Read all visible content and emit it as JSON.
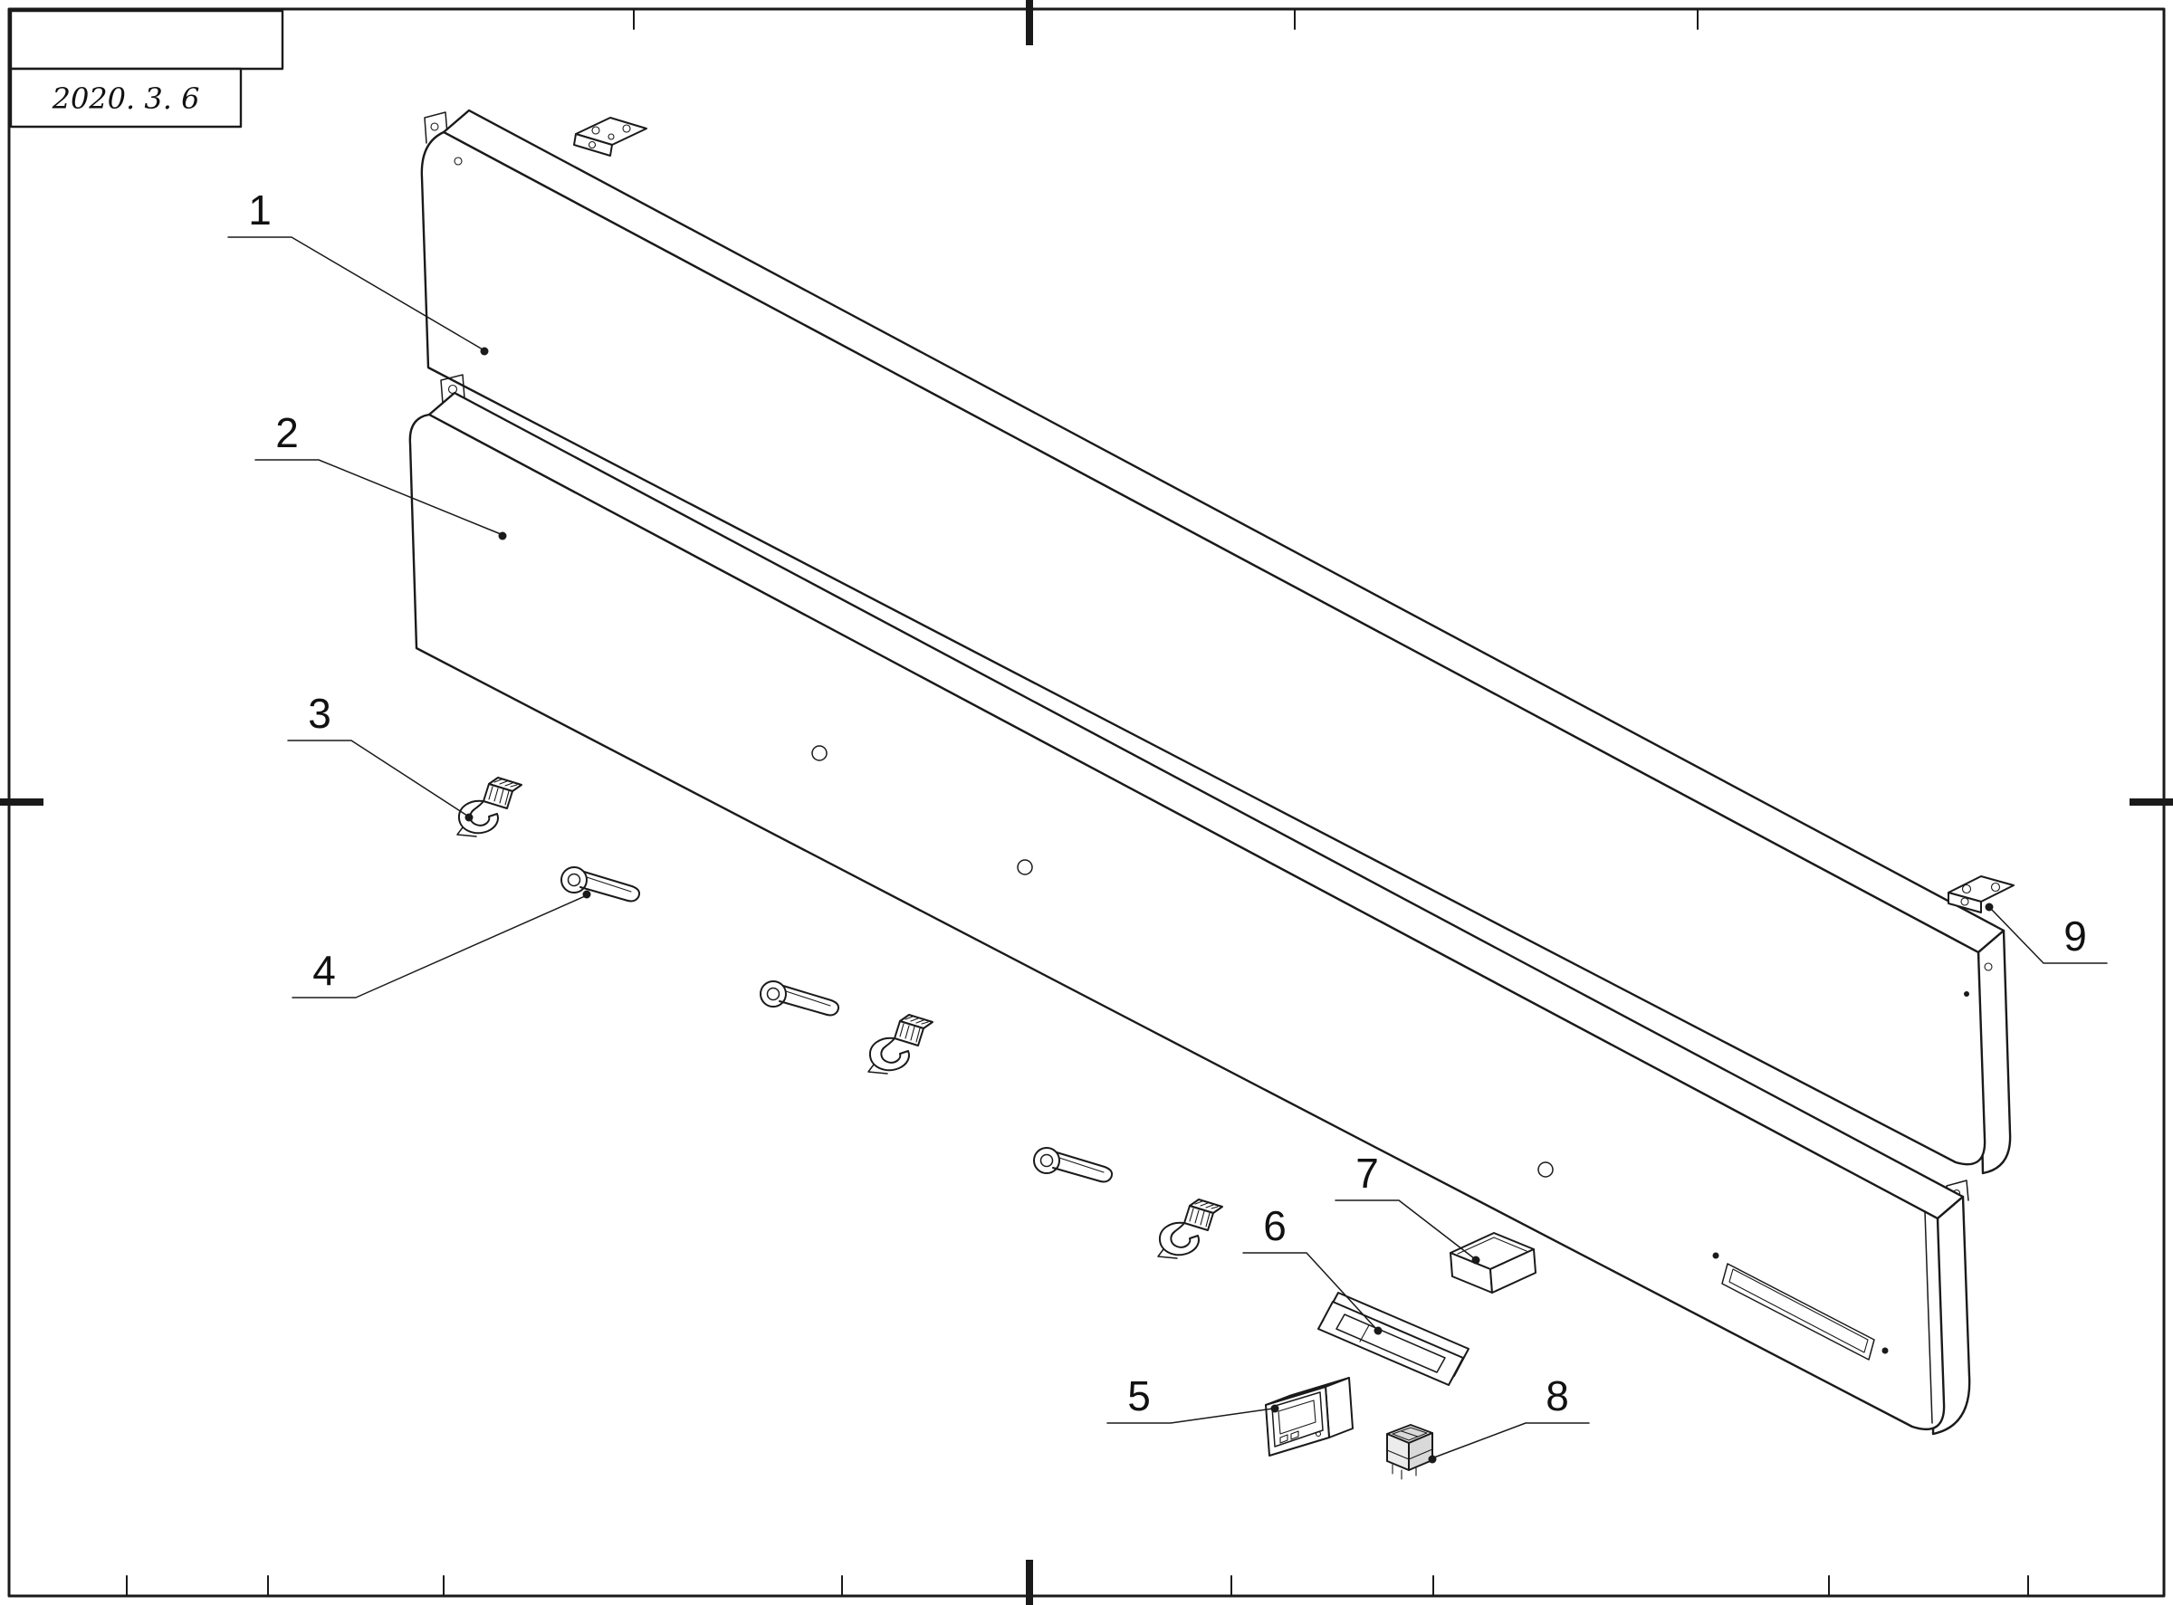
{
  "title_block": {
    "date": "2020. 3. 6"
  },
  "colors": {
    "line": "#1a1a1a",
    "background": "#ffffff"
  },
  "labels": [
    {
      "num": "1"
    },
    {
      "num": "2"
    },
    {
      "num": "3"
    },
    {
      "num": "4"
    },
    {
      "num": "5"
    },
    {
      "num": "6"
    },
    {
      "num": "7"
    },
    {
      "num": "8"
    },
    {
      "num": "9"
    }
  ]
}
